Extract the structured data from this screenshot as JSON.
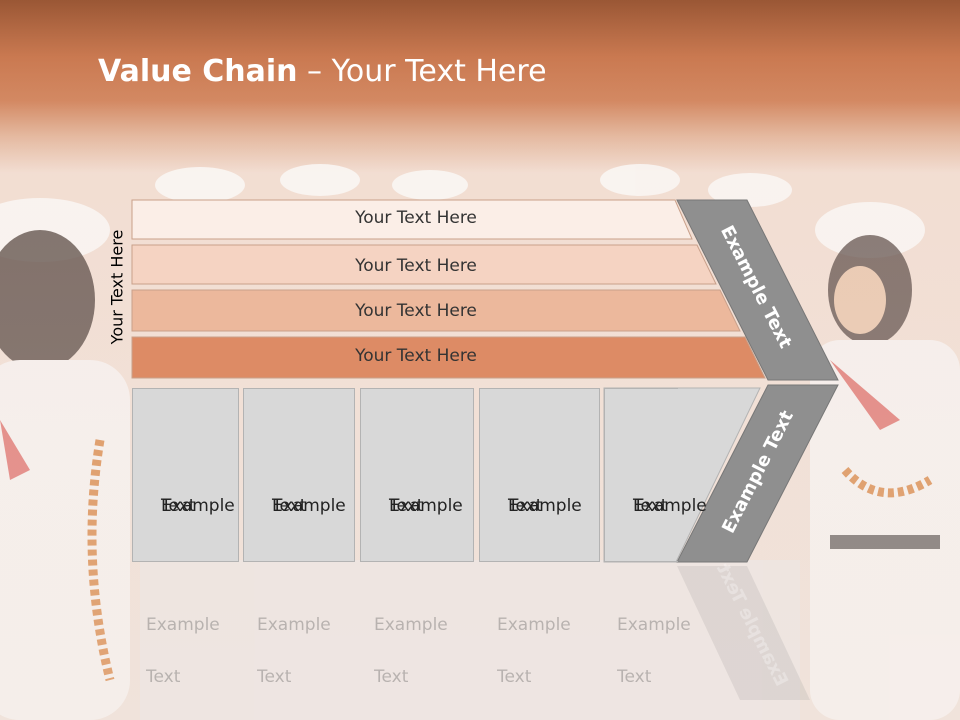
{
  "title": {
    "bold": "Value Chain",
    "rest": " – Your Text Here"
  },
  "vertical_label": "Your Text Here",
  "rows": [
    {
      "label": "Your Text Here",
      "color": "#fbeee7"
    },
    {
      "label": "Your Text Here",
      "color": "#f5d3c2"
    },
    {
      "label": "Your Text Here",
      "color": "#ecb89c"
    },
    {
      "label": "Your Text Here",
      "color": "#dd8b65"
    }
  ],
  "boxes": [
    {
      "line1": "Example",
      "line2": "Text"
    },
    {
      "line1": "Example",
      "line2": "Text"
    },
    {
      "line1": "Example",
      "line2": "Text"
    },
    {
      "line1": "Example",
      "line2": "Text"
    },
    {
      "line1": "Example",
      "line2": "Text"
    }
  ],
  "chevron": {
    "upper": "Example Text",
    "lower": "Example Text",
    "color": "#8f8f8f"
  }
}
